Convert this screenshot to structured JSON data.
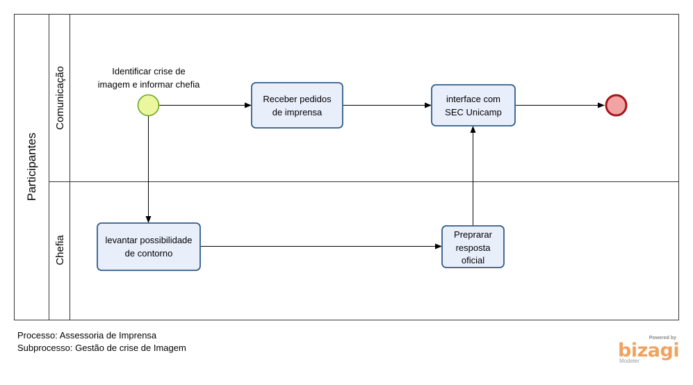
{
  "pool": {
    "label": "Participantes"
  },
  "lanes": [
    {
      "label": "Comunicação"
    },
    {
      "label": "Chefia"
    }
  ],
  "start_event": {
    "lines": [
      "Identificar crise de",
      "imagem e informar chefia"
    ]
  },
  "tasks": [
    {
      "lines": [
        "Receber pedidos",
        "de imprensa"
      ]
    },
    {
      "lines": [
        "interface com",
        "SEC Unicamp"
      ]
    },
    {
      "lines": [
        "levantar possibilidade",
        "de contorno"
      ]
    },
    {
      "lines": [
        "Preprarar",
        "resposta",
        "oficial"
      ]
    }
  ],
  "footer": {
    "process": "Processo: Assessoria de Imprensa",
    "subprocess": "Subprocesso: Gestão de crise de Imagem"
  },
  "logo": {
    "powered_by": "Powered by",
    "brand": "bizagi",
    "product": "Modeler"
  },
  "colors": {
    "pool_border": "#333333",
    "task_fill": "#e9eefb",
    "task_stroke": "#2f5c8a",
    "start_fill": "#eaf79f",
    "start_stroke": "#6ea51e",
    "end_fill": "#f2a3a3",
    "end_stroke": "#a3151a",
    "flow": "#000000",
    "logo_brand": "#f0a35e"
  }
}
